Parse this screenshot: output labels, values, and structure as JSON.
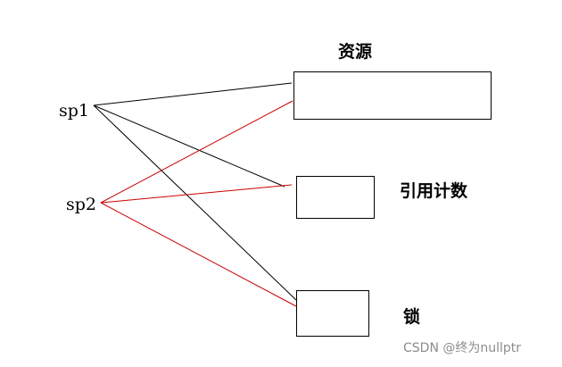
{
  "nodes": {
    "sp1": "sp1",
    "sp2": "sp2"
  },
  "boxes": {
    "resource": "资源",
    "ref_count": "引用计数",
    "lock": "锁"
  },
  "watermark": "CSDN @终为nullptr",
  "colors": {
    "sp1_lines": "#000000",
    "sp2_lines": "#cc0000",
    "box_border": "#000000",
    "watermark": "#8c8c8c"
  }
}
